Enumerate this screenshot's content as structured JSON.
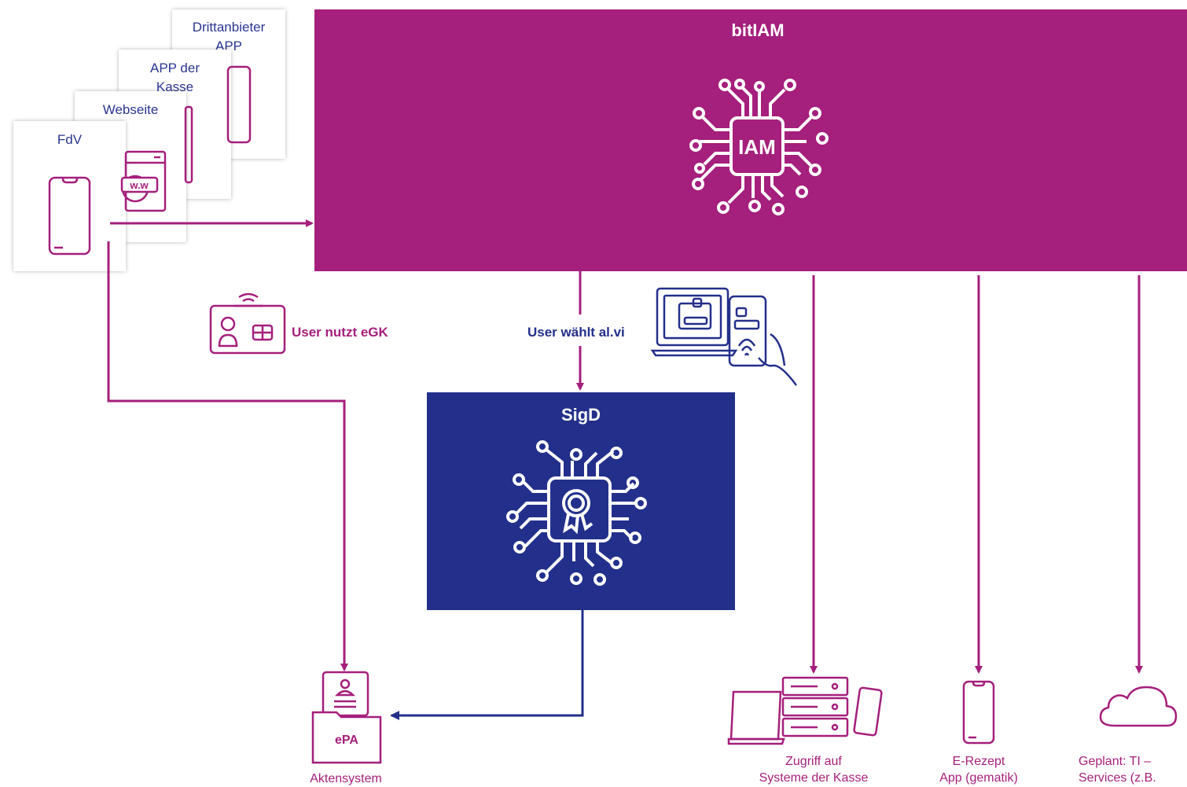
{
  "colors": {
    "magenta": "#a51f7c",
    "navy": "#23308b",
    "white": "#ffffff"
  },
  "cards": [
    {
      "key": "drittanbieter",
      "title": "Drittanbieter\nAPP",
      "icon": "phone-icon"
    },
    {
      "key": "kasse_app",
      "title": "APP der\nKasse",
      "icon": "phone-icon"
    },
    {
      "key": "webseite",
      "title": "Webseite",
      "icon": "browser-icon"
    },
    {
      "key": "fdv",
      "title": "FdV",
      "icon": "phone-icon"
    }
  ],
  "browser_icon_text": "w.w",
  "bitiam": {
    "title": "bitIAM",
    "chip_label": "IAM",
    "chip_icon": "circuit-chip-icon"
  },
  "sigd": {
    "title": "SigD",
    "chip_icon": "certificate-chip-icon"
  },
  "labels": {
    "egk": "User nutzt eGK",
    "alvi": "User wählt al.vi"
  },
  "epa": {
    "badge": "ePA",
    "caption": "Aktensystem",
    "icon": "folder-document-icon"
  },
  "targets": [
    {
      "key": "systeme",
      "caption": "Zugriff auf\nSysteme der Kasse",
      "icon": "server-devices-icon"
    },
    {
      "key": "erezept",
      "caption": "E-Rezept\nApp (gematik)",
      "icon": "phone-icon"
    },
    {
      "key": "ti",
      "caption": "Geplant: TI –\nServices (z.B.",
      "icon": "cloud-icon"
    }
  ]
}
